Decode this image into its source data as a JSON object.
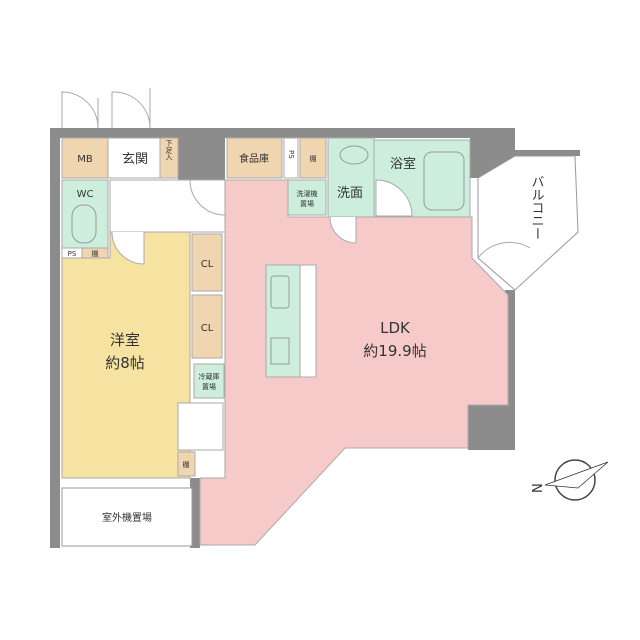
{
  "colors": {
    "wall": "#8c8c8c",
    "storage": "#f0d6b0",
    "wet": "#cdeedc",
    "living": "#f7caca",
    "bedroom": "#f6e3a2",
    "line": "#999999"
  },
  "rooms": {
    "mb": "MB",
    "entrance": "玄関",
    "shoe_box": "下足入",
    "pantry": "食品庫",
    "ps_top": "PS",
    "shelf_top": "棚",
    "washing_machine": [
      "洗濯機",
      "置場"
    ],
    "washroom": "洗面",
    "bathroom": "浴室",
    "balcony": "バルコニー",
    "wc": "WC",
    "ps_wc": "PS",
    "shelf_wc": "棚",
    "closet_1": "CL",
    "closet_2": "CL",
    "fridge": [
      "冷蔵庫",
      "置場"
    ],
    "shelf_bedroom": "棚",
    "bedroom_name": "洋室",
    "bedroom_size": "約8帖",
    "ldk_name": "LDK",
    "ldk_size": "約19.9帖",
    "outdoor_unit": "室外機置場"
  },
  "compass": {
    "label": "N"
  }
}
